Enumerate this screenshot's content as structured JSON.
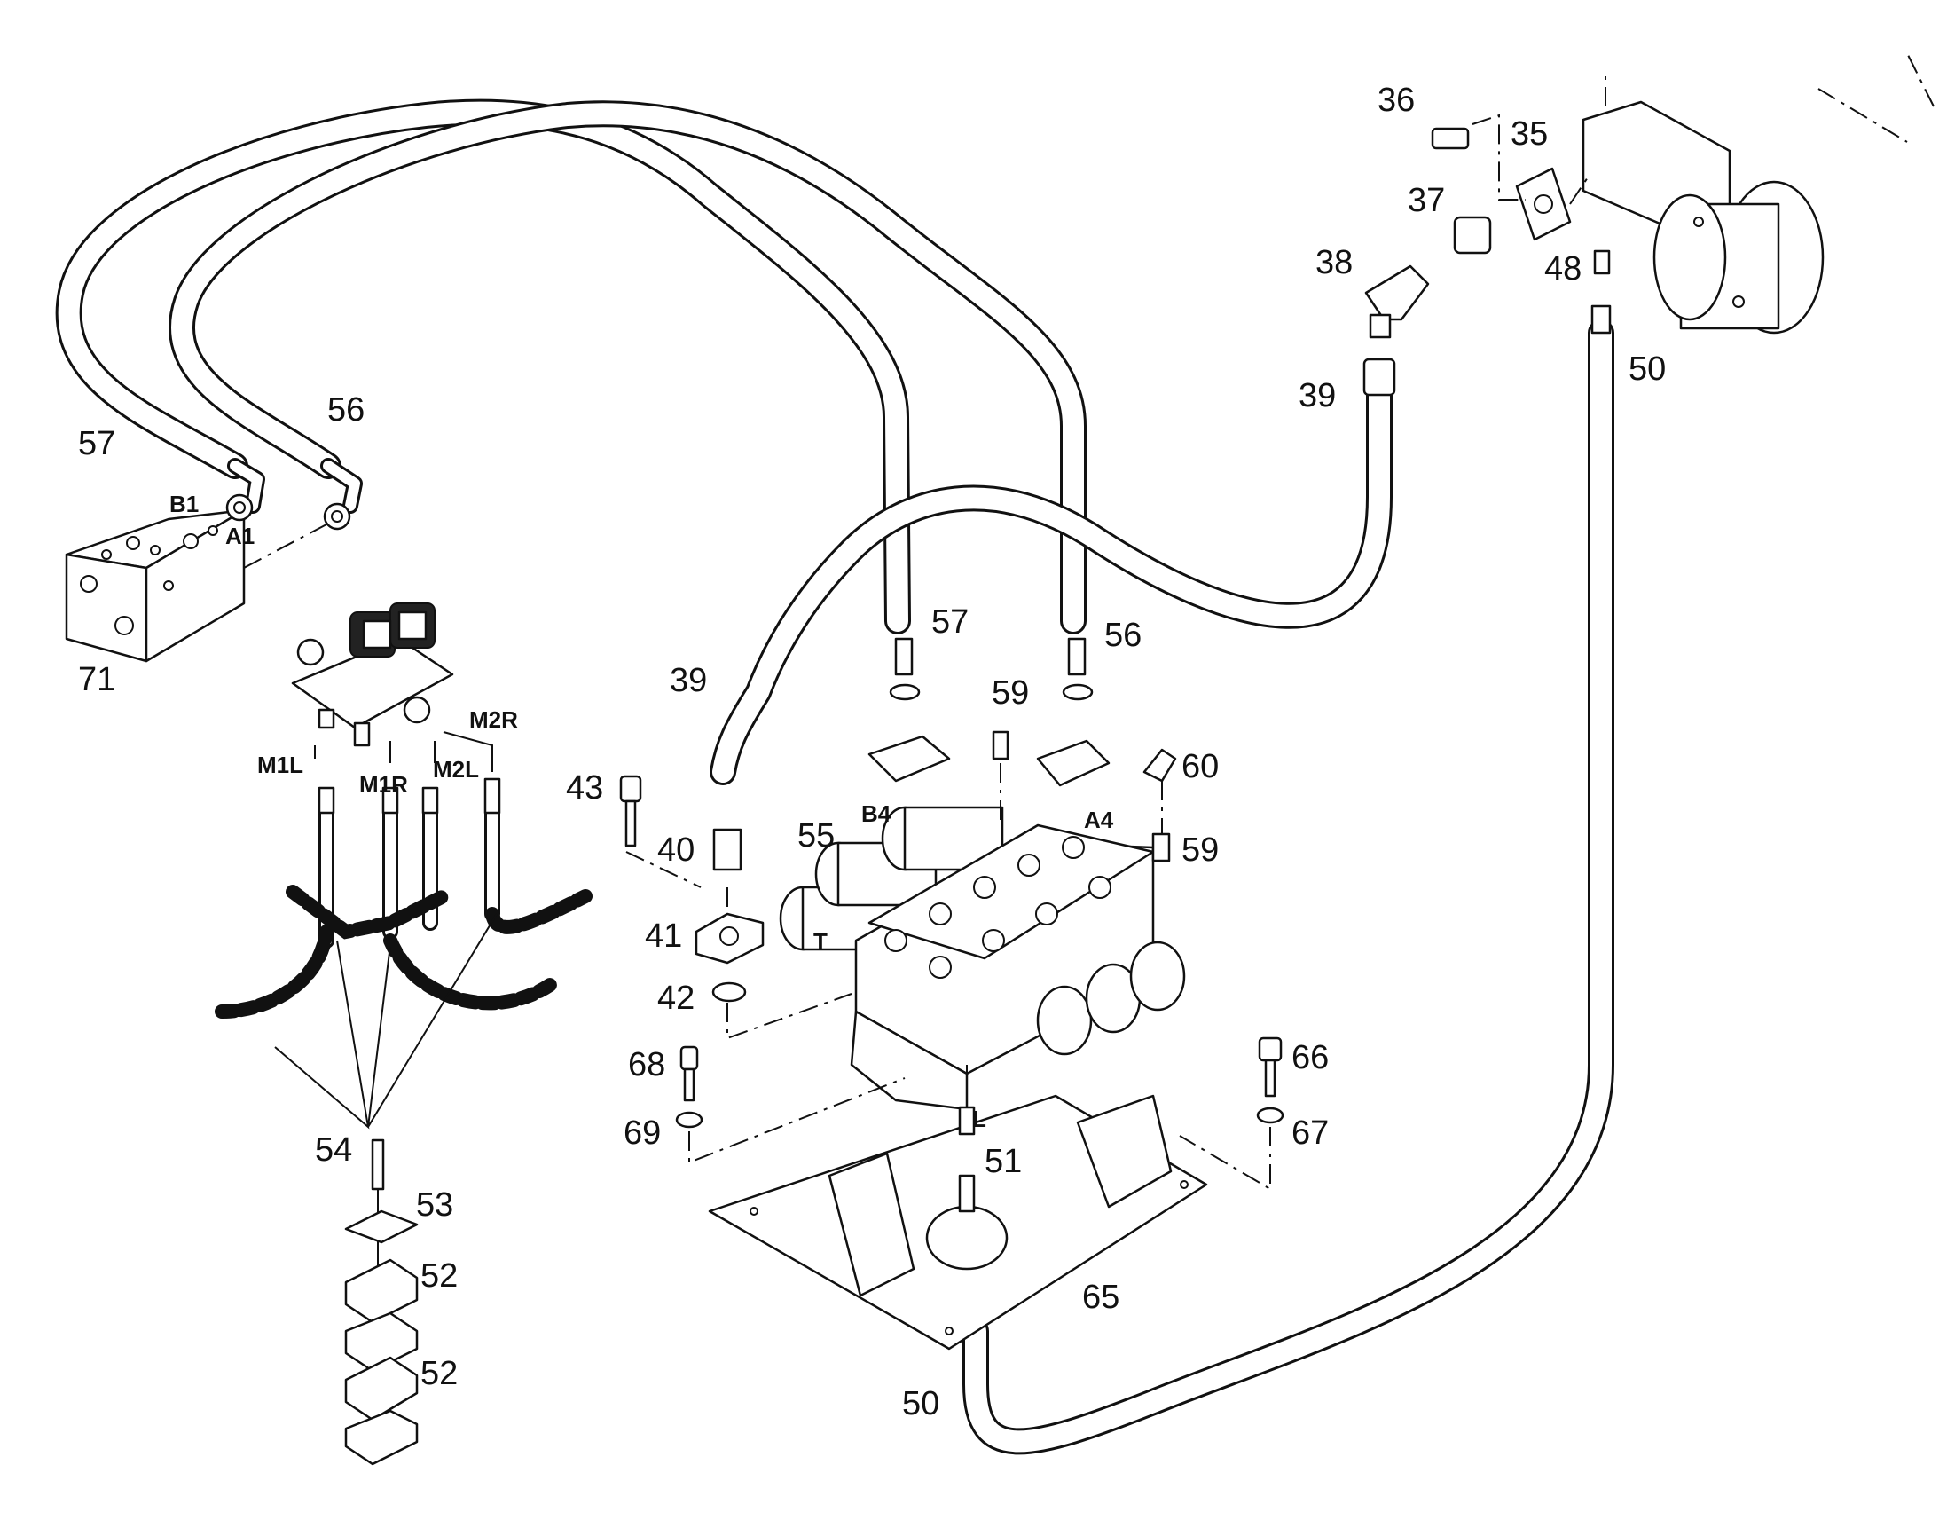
{
  "diagram": {
    "part_numbers": [
      {
        "id": "p36",
        "text": "36"
      },
      {
        "id": "p35",
        "text": "35"
      },
      {
        "id": "p37",
        "text": "37"
      },
      {
        "id": "p38",
        "text": "38"
      },
      {
        "id": "p48",
        "text": "48"
      },
      {
        "id": "p50a",
        "text": "50"
      },
      {
        "id": "p39a",
        "text": "39"
      },
      {
        "id": "p56a",
        "text": "56"
      },
      {
        "id": "p57a",
        "text": "57"
      },
      {
        "id": "p71",
        "text": "71"
      },
      {
        "id": "p57b",
        "text": "57"
      },
      {
        "id": "p56b",
        "text": "56"
      },
      {
        "id": "p39b",
        "text": "39"
      },
      {
        "id": "p59a",
        "text": "59"
      },
      {
        "id": "p60",
        "text": "60"
      },
      {
        "id": "p59b",
        "text": "59"
      },
      {
        "id": "p43",
        "text": "43"
      },
      {
        "id": "p40",
        "text": "40"
      },
      {
        "id": "p55",
        "text": "55"
      },
      {
        "id": "p41",
        "text": "41"
      },
      {
        "id": "p42",
        "text": "42"
      },
      {
        "id": "p68",
        "text": "68"
      },
      {
        "id": "p69",
        "text": "69"
      },
      {
        "id": "p66",
        "text": "66"
      },
      {
        "id": "p67",
        "text": "67"
      },
      {
        "id": "p51",
        "text": "51"
      },
      {
        "id": "p54",
        "text": "54"
      },
      {
        "id": "p53",
        "text": "53"
      },
      {
        "id": "p52a",
        "text": "52"
      },
      {
        "id": "p52b",
        "text": "52"
      },
      {
        "id": "p65",
        "text": "65"
      },
      {
        "id": "p50b",
        "text": "50"
      }
    ],
    "port_labels": [
      {
        "id": "B1",
        "text": "B1"
      },
      {
        "id": "A1",
        "text": "A1"
      },
      {
        "id": "M2R",
        "text": "M2R"
      },
      {
        "id": "M1L",
        "text": "M1L"
      },
      {
        "id": "M1R",
        "text": "M1R"
      },
      {
        "id": "M2L",
        "text": "M2L"
      },
      {
        "id": "B4",
        "text": "B4"
      },
      {
        "id": "A4",
        "text": "A4"
      },
      {
        "id": "T",
        "text": "T"
      },
      {
        "id": "L",
        "text": "L"
      }
    ]
  }
}
